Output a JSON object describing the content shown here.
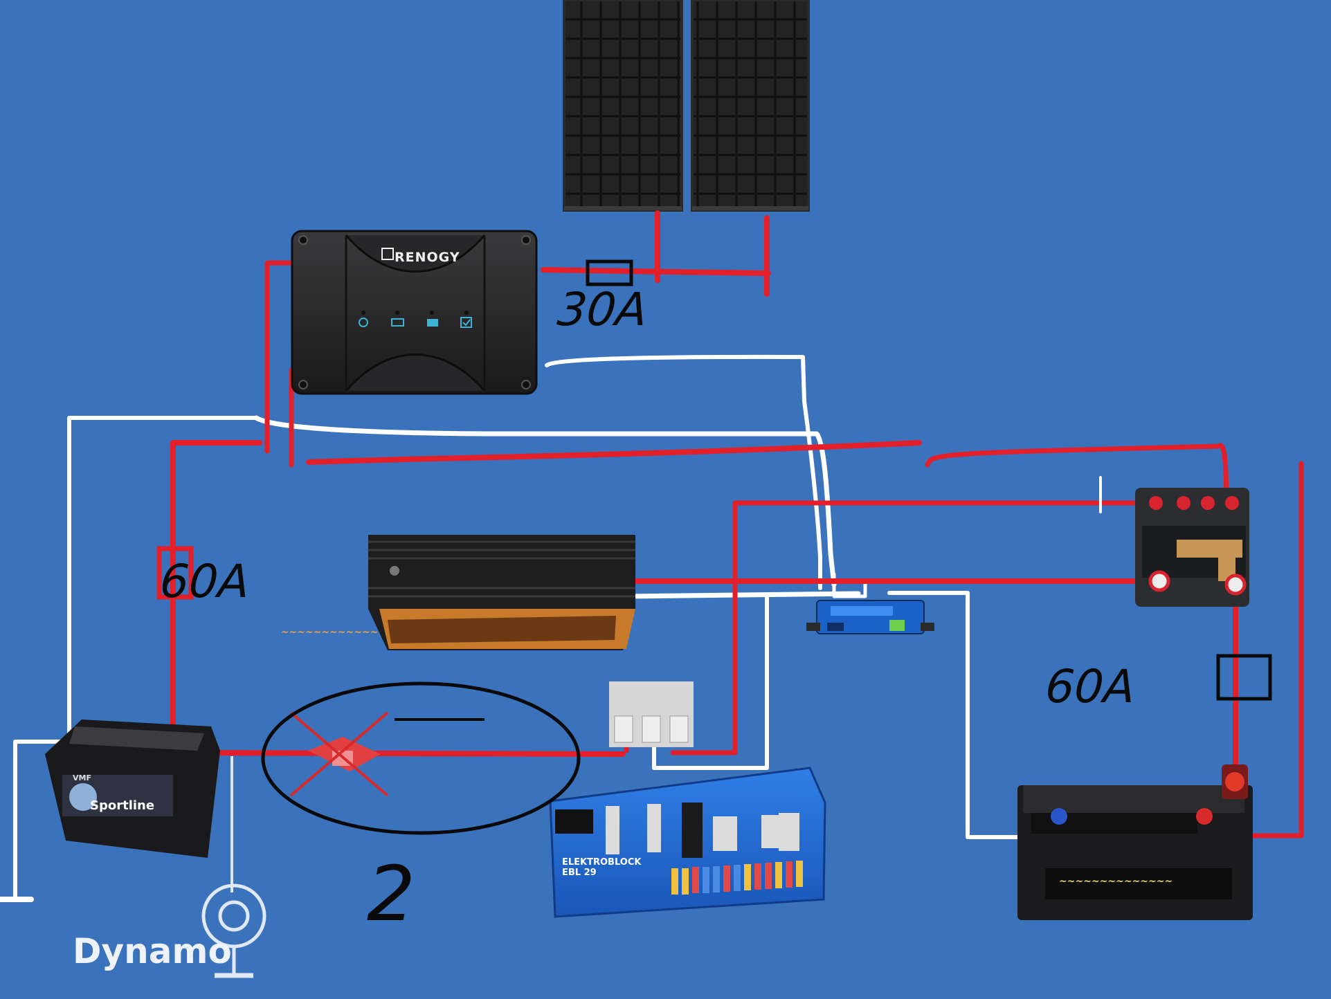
{
  "controller": {
    "brand": "RENOGY"
  },
  "labels": {
    "fuse_solar": "30A",
    "fuse_starter": "60A",
    "fuse_leisure": "60A",
    "note_number": "2",
    "dynamo": "Dynamo"
  },
  "devices": {
    "starter_battery_brand": "Sportline",
    "starter_battery_maker": "VMF",
    "charger_label": "ELEKTROBLOCK",
    "charger_model": "EBL 29"
  },
  "colors": {
    "background": "#3a72bc",
    "positive_wire": "#e3202a",
    "negative_wire": "#ffffff",
    "ink": "#0a0a0a"
  },
  "icons": [
    "solar-panel-icon",
    "fuse-icon",
    "ground-icon",
    "dynamo-icon",
    "cross-out-icon"
  ]
}
